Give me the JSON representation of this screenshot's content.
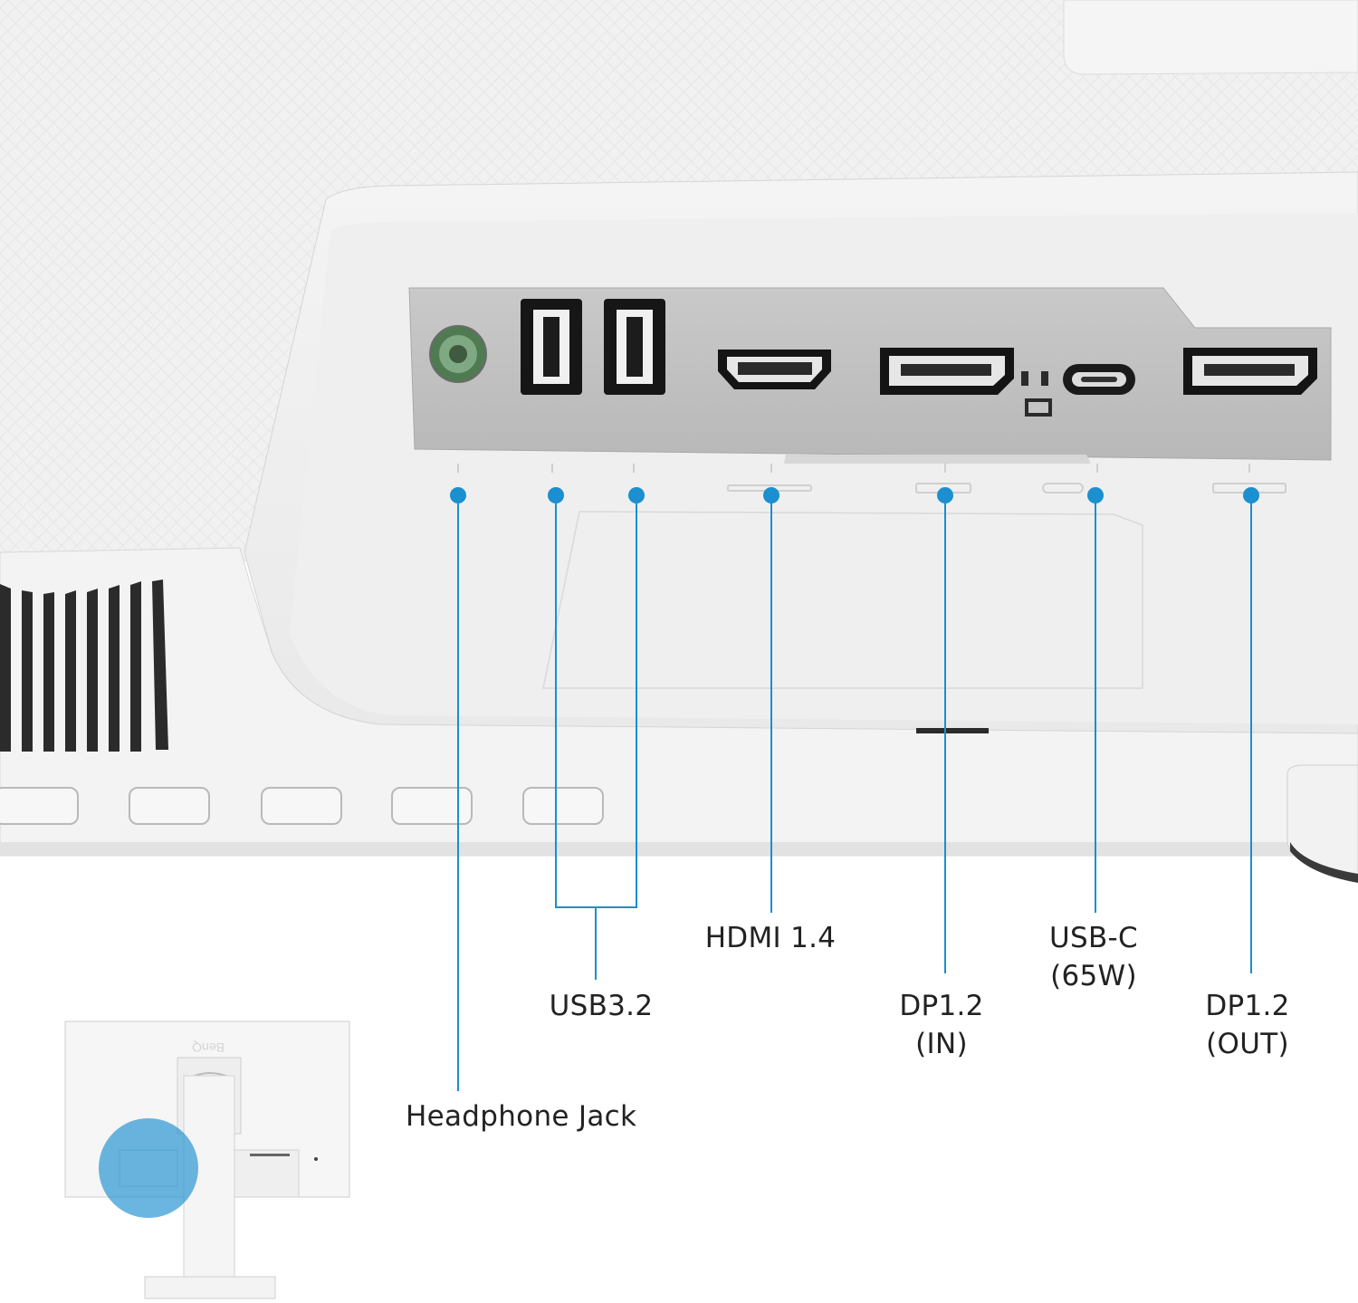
{
  "accent_color": "#1b8fcf",
  "ports": [
    {
      "id": "headphone",
      "label": "Headphone Jack"
    },
    {
      "id": "usb",
      "label": "USB3.2"
    },
    {
      "id": "hdmi",
      "label": "HDMI 1.4"
    },
    {
      "id": "dp-in",
      "line1": "DP1.2",
      "line2": "(IN)"
    },
    {
      "id": "usbc",
      "line1": "USB-C",
      "line2": "(65W)"
    },
    {
      "id": "dp-out",
      "line1": "DP1.2",
      "line2": "(OUT)"
    }
  ],
  "thumbnail": {
    "brand": "BenQ",
    "highlight": "port-area"
  }
}
